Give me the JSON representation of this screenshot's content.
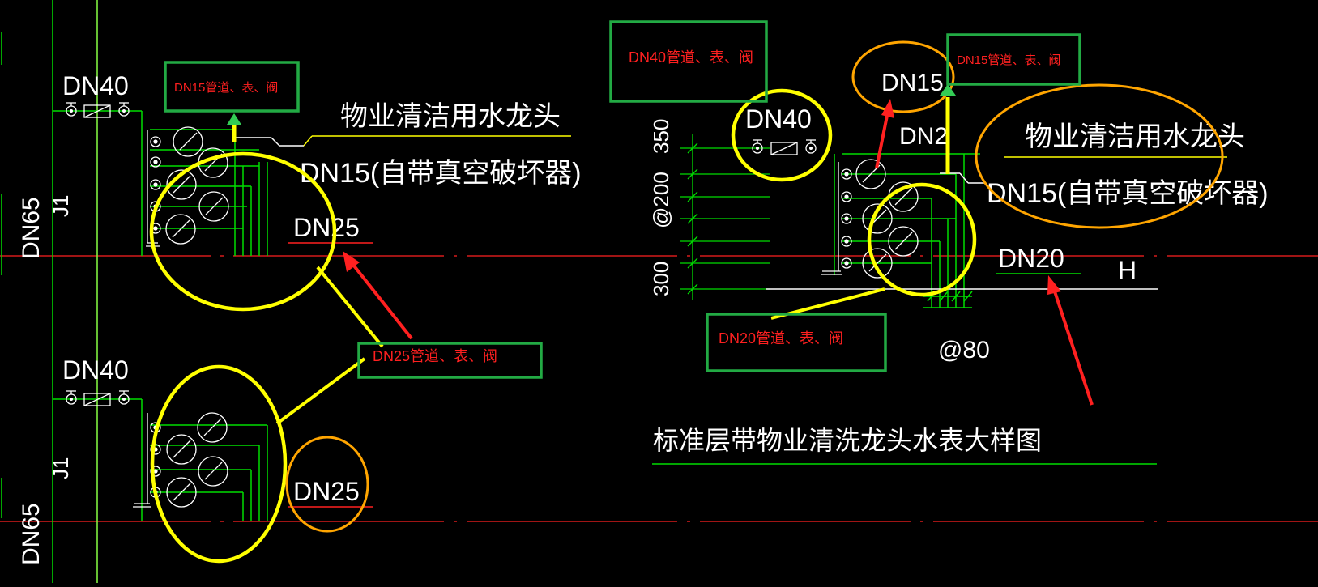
{
  "texts": {
    "dn40_top_left": "DN40",
    "dn40_mid_left": "DN40",
    "dn40_right": "DN40",
    "dn65_top": "DN65",
    "dn65_bottom": "DN65",
    "j1_top": "J1",
    "j1_bottom": "J1",
    "dn25_top": "DN25",
    "dn25_bottom": "DN25",
    "dn15_top_circle": "DN15",
    "dn2x_right": "DN2",
    "dn20_right": "DN20",
    "h_label": "H",
    "faucet_top_left": "物业清洁用水龙头",
    "faucet_top_right": "物业清洁用水龙头",
    "dn15_vacuum_left": "DN15(自带真空破坏器)",
    "dn15_vacuum_right": "DN15(自带真空破坏器)",
    "dim_350": "350",
    "dim_200": "@200",
    "dim_300": "300",
    "dim_80": "@80",
    "caption_title": "标准层带物业清洗龙头水表大样图"
  },
  "labels": {
    "dn15_box_left": "DN15管道、表、阀",
    "dn25_box": "DN25管道、表、阀",
    "dn40_box": "DN40管道、表、阀",
    "dn15_box_right": "DN15管道、表、阀",
    "dn20_box": "DN20管道、表、阀"
  },
  "colors": {
    "background": "#000000",
    "cad_line_green": "#00dd00",
    "cad_axis_red": "#ff2020",
    "cad_text_white": "#ffffff",
    "annotation_yellow": "#ffff00",
    "annotation_orange": "#ffa500",
    "annotation_box_green": "#22aa44",
    "annotation_arrow_red": "#ff2020"
  }
}
